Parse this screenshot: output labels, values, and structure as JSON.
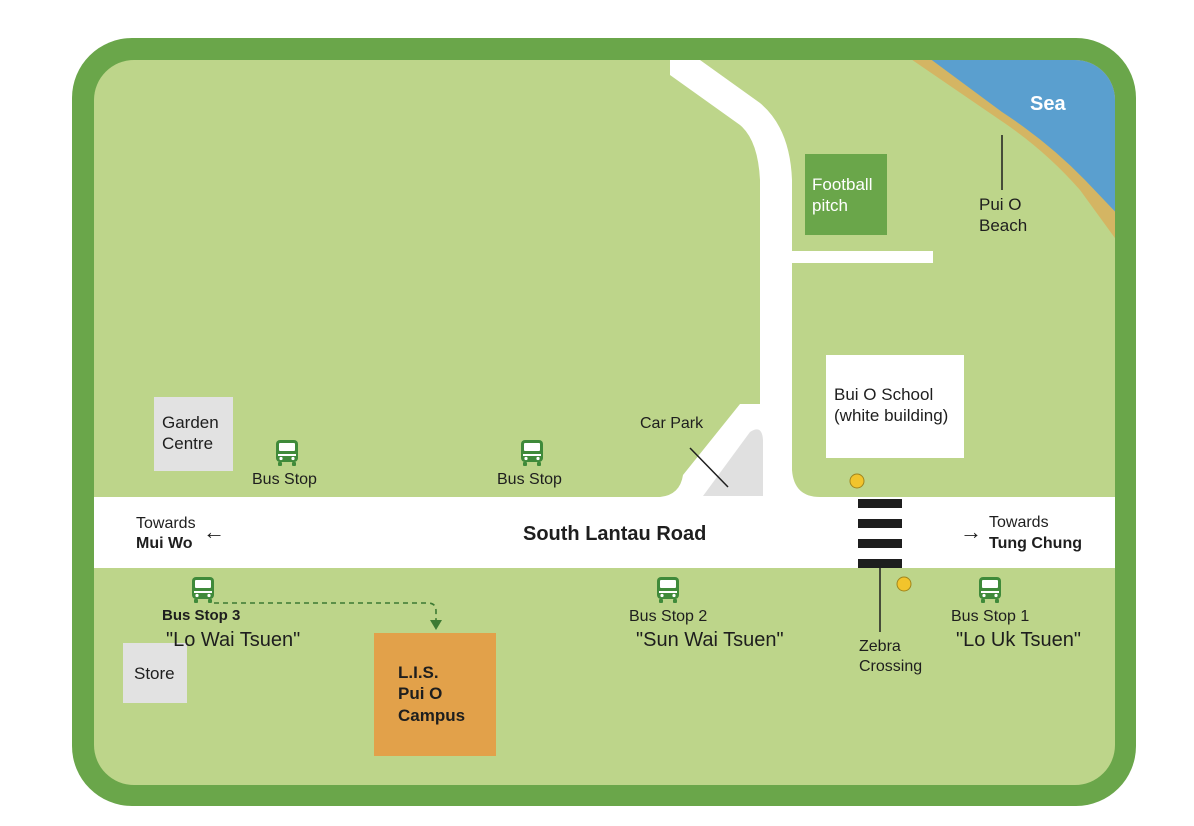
{
  "colors": {
    "frame": "#6aa64a",
    "land": "#bdd58a",
    "road": "#ffffff",
    "sea": "#5a9fcf",
    "beach": "#d4b563",
    "football": "#6aa64a",
    "campus": "#e2a14a",
    "grey_building": "#e2e2e2",
    "bus_icon": "#3f8a3a",
    "dot": "#f2c42c"
  },
  "labels": {
    "sea": "Sea",
    "beach": [
      "Pui O",
      "Beach"
    ],
    "football": [
      "Football",
      "pitch"
    ],
    "school": [
      "Bui O School",
      "(white building)"
    ],
    "garden": [
      "Garden",
      "Centre"
    ],
    "car_park": "Car Park",
    "bus_stop_a": "Bus Stop",
    "bus_stop_b": "Bus Stop",
    "road": "South Lantau Road",
    "towards_left_1": "Towards",
    "towards_left_2": "Mui Wo",
    "towards_right_1": "Towards",
    "towards_right_2": "Tung Chung",
    "stop3_title": "Bus Stop 3",
    "stop3_name": "\"Lo Wai Tsuen\"",
    "stop2_title": "Bus Stop 2",
    "stop2_name": "\"Sun Wai Tsuen\"",
    "stop1_title": "Bus Stop 1",
    "stop1_name": "\"Lo Uk Tsuen\"",
    "store": "Store",
    "campus": [
      "L.I.S.",
      "Pui O",
      "Campus"
    ],
    "zebra": [
      "Zebra",
      "Crossing"
    ]
  },
  "icons": {
    "left_arrow": "arrow-left-icon",
    "right_arrow": "arrow-right-icon",
    "bus": "bus-icon"
  }
}
